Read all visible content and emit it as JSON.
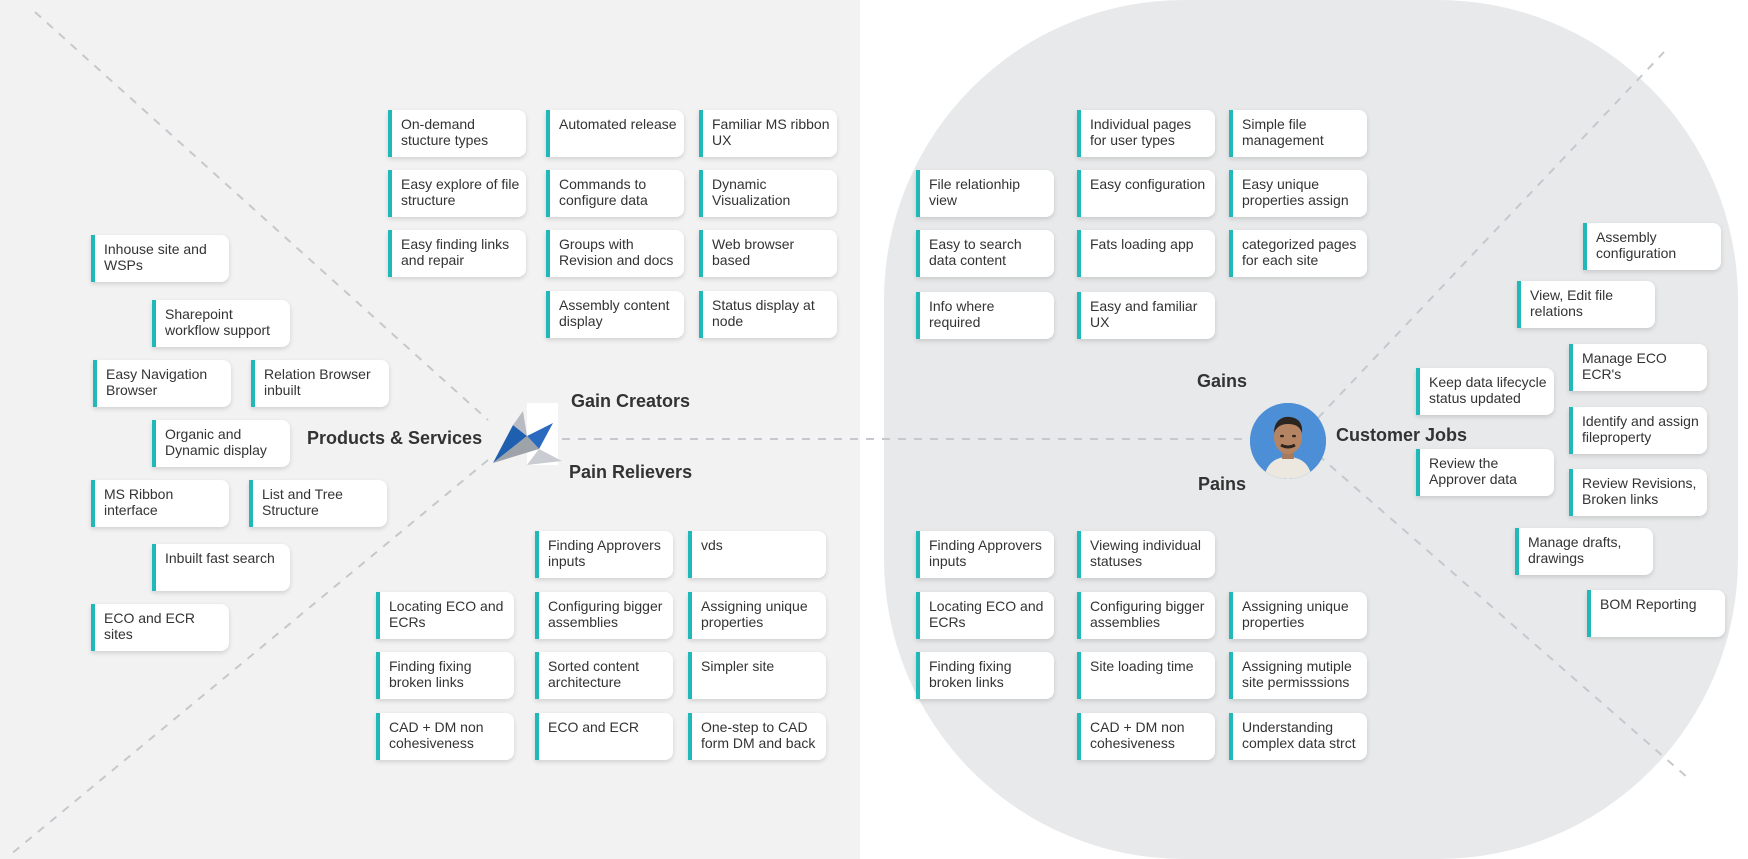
{
  "labels": {
    "gain_creators": "Gain Creators",
    "pain_relievers": "Pain Relievers",
    "products_services": "Products & Services",
    "gains": "Gains",
    "pains": "Pains",
    "customer_jobs": "Customer Jobs"
  },
  "gain_creators": [
    "On-demand stucture types",
    "Automated release",
    "Familiar MS ribbon UX",
    "Easy explore of file structure",
    "Commands to configure data",
    "Dynamic Visualization",
    "Easy finding links and repair",
    "Groups with Revision and docs",
    "Web browser based",
    "Assembly content display",
    "Status display at node"
  ],
  "products_services": [
    "Inhouse site and WSPs",
    "Sharepoint workflow support",
    "Easy Navigation Browser",
    "Relation Browser inbuilt",
    "Organic and Dynamic display",
    "MS Ribbon interface",
    "List and Tree Structure",
    "Inbuilt fast search",
    "ECO and ECR sites"
  ],
  "pain_relievers": [
    "Finding Approvers inputs",
    "vds",
    "Locating ECO and ECRs",
    "Configuring bigger assemblies",
    "Assigning unique properties",
    "Finding fixing broken links",
    "Sorted content architecture",
    "Simpler site",
    "CAD + DM non cohesiveness",
    "ECO and ECR",
    "One-step to CAD form DM and back"
  ],
  "gains": [
    "Individual pages for user types",
    "Simple file management",
    "File relationhip view",
    "Easy configuration",
    "Easy unique properties assign",
    "Easy to search data content",
    "Fats loading app",
    "categorized pages for each site",
    "Info where required",
    "Easy and familiar UX"
  ],
  "pains": [
    "Finding Approvers inputs",
    "Viewing individual statuses",
    "Locating ECO and ECRs",
    "Configuring bigger assemblies",
    "Assigning unique properties",
    "Finding fixing broken links",
    "Site loading time",
    "Assigning mutiple site permisssions",
    "CAD + DM non cohesiveness",
    "Understanding complex data strct"
  ],
  "customer_jobs": [
    "Assembly configuration",
    "View, Edit file relations",
    "Manage ECO ECR's",
    "Keep data lifecycle status updated",
    "Identify and assign fileproperty",
    "Review the Approver data",
    "Review Revisions, Broken links",
    "Manage drafts, drawings",
    "BOM Reporting"
  ],
  "colors": {
    "accent": "#21b8ba",
    "left_bg": "#f2f2f2",
    "right_bg": "#e8e9ea",
    "logo_blue": "#1f5fb0"
  },
  "icons": {
    "product_logo": "product-logo-icon",
    "customer": "customer-avatar"
  }
}
